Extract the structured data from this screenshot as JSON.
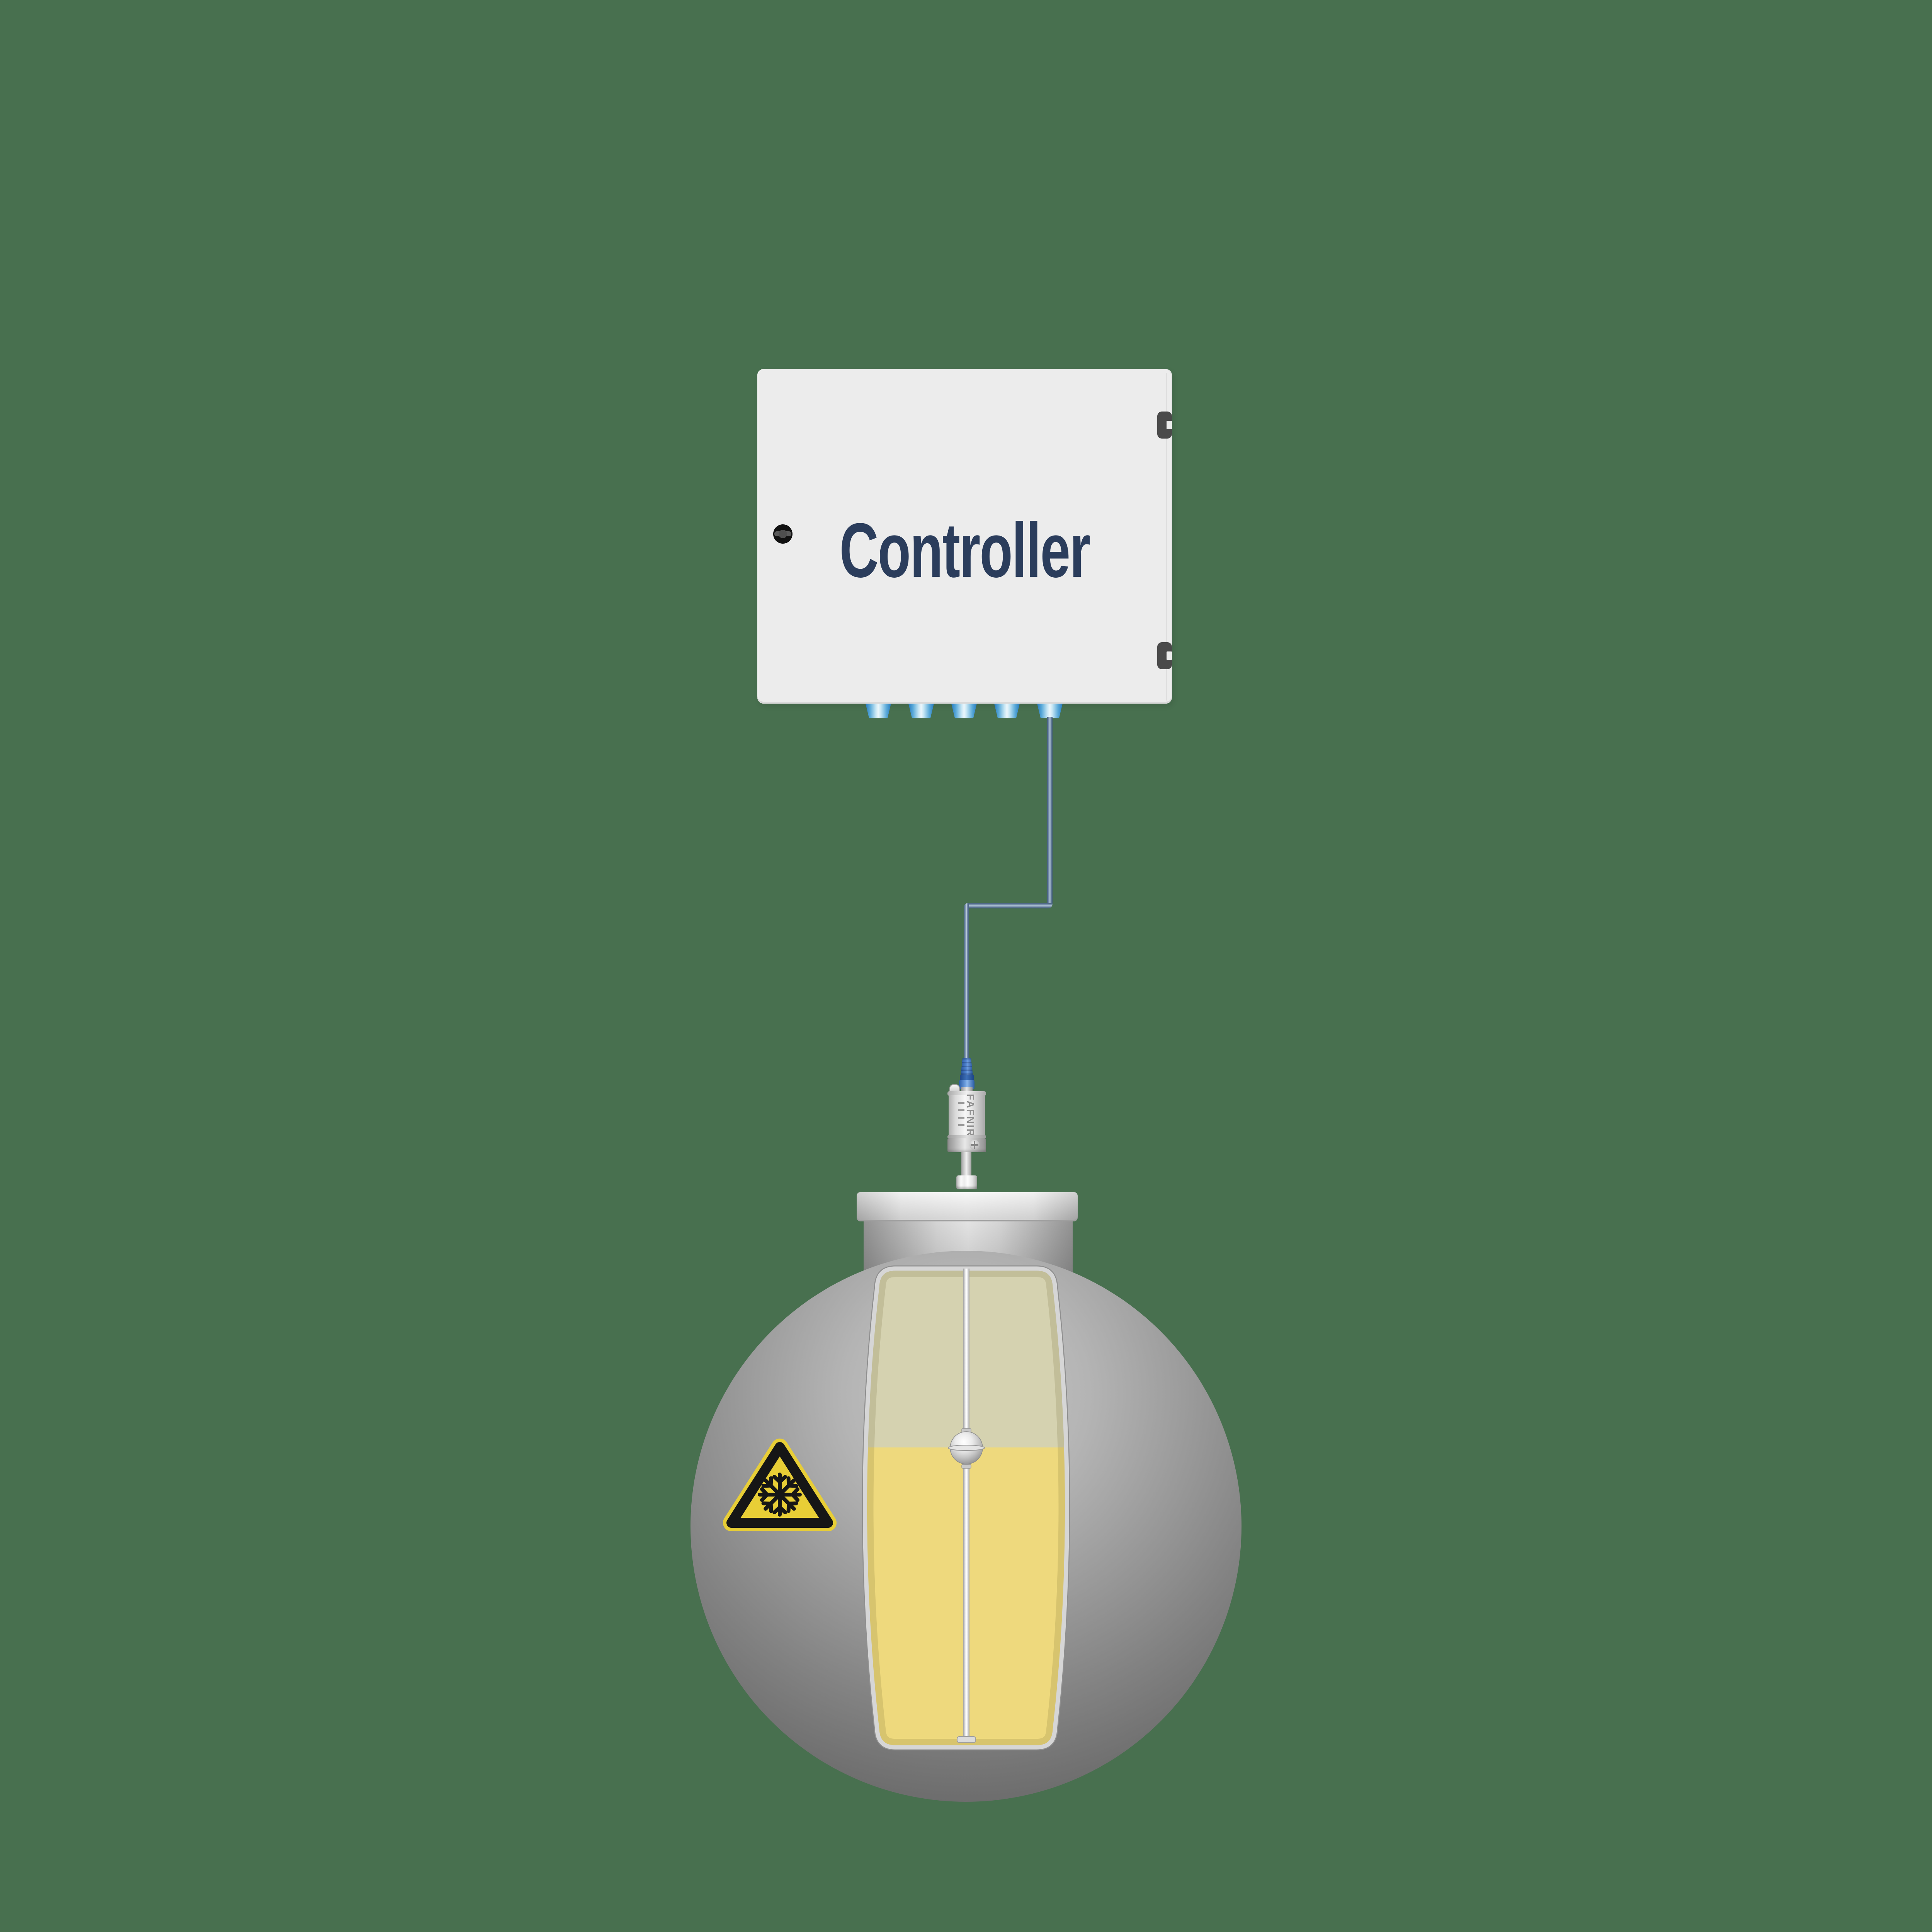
{
  "diagram": {
    "background_color": "#48704f",
    "controller": {
      "label": "Controller",
      "label_color": "#2b3d5c",
      "body_color": "#ececec",
      "hinge_count": 2,
      "cable_gland_count": 5,
      "gland_color": "#2779bd"
    },
    "cable": {
      "color_dark": "#3f5878",
      "color_light": "#c3d0de",
      "connector_color": "#4f83cf"
    },
    "probe": {
      "brand": "FAFNIR",
      "brand_color": "#8f8f8f",
      "head_color": "#e7e7e7"
    },
    "tank": {
      "shape": "sphere",
      "shell_color_light": "#c8c8c8",
      "shell_color_dark": "#5f5f5f",
      "vapor_color": "#d5d2b0",
      "liquid_color": "#eed97d",
      "cutaway_border_color": "#d6d6d6",
      "float_color": "#d9d9d9"
    },
    "warning_sign": {
      "meaning": "low-temperature-hazard",
      "symbol": "snowflake",
      "triangle_color": "#e8ce36",
      "symbol_color": "#161616"
    }
  }
}
